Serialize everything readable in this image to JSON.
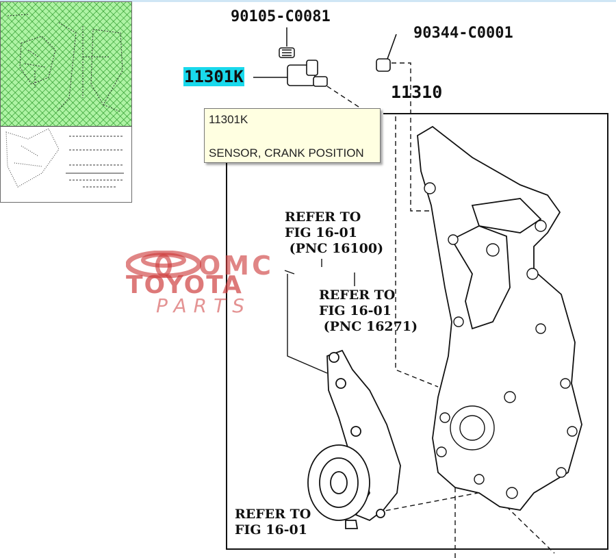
{
  "diagram": {
    "part_numbers": {
      "bolt": "90105-C0081",
      "plug": "90344-C0001",
      "cover": "11310",
      "selected": "11301K"
    },
    "references": [
      "REFER TO\nFIG 16-01\n (PNC 16100)",
      "REFER TO\nFIG 16-01\n (PNC 16271)",
      "REFER TO\nFIG 16-01"
    ]
  },
  "tooltip": {
    "code": "11301K",
    "description": "SENSOR, CRANK POSITION"
  },
  "watermark": {
    "brand": "TOYOTA",
    "sub": "PARTS",
    "letters": "OMC"
  },
  "colors": {
    "highlight": "#19d9ec",
    "thumbnail_view": "#aef3a4",
    "tooltip_bg": "#ffffe1",
    "watermark": "#cd3a3a"
  }
}
